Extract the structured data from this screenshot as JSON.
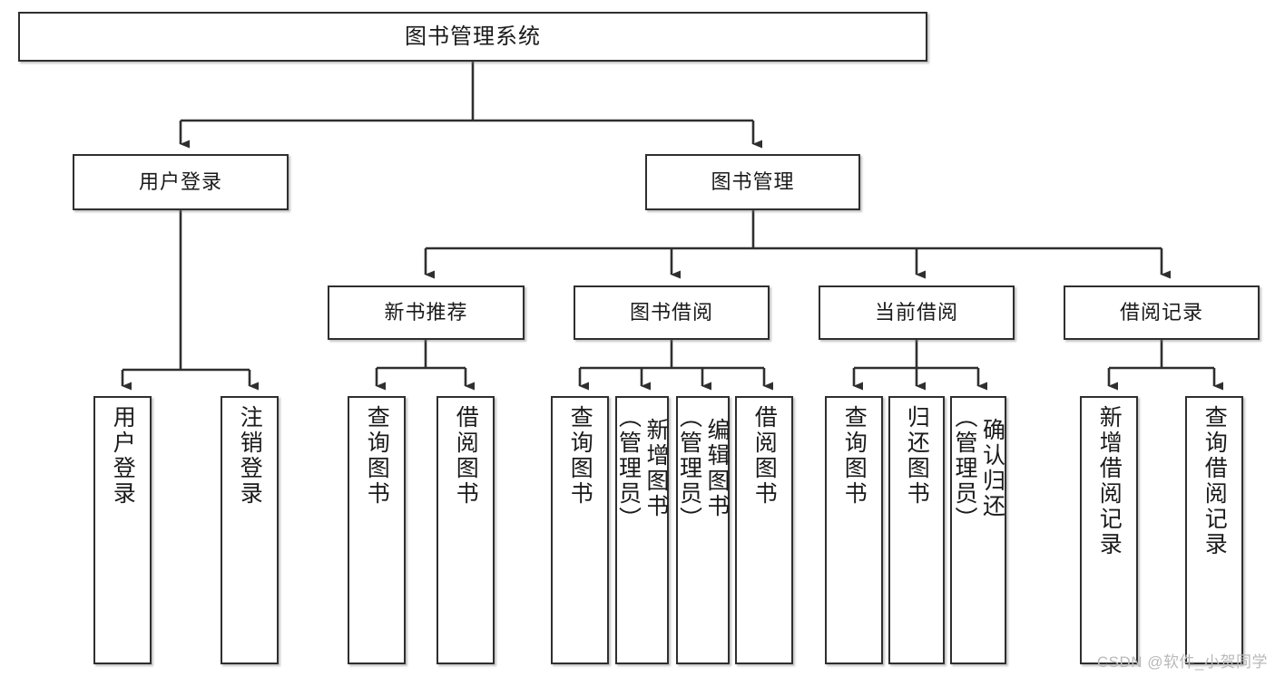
{
  "diagram": {
    "title": "图书管理系统",
    "type": "tree-hierarchy-chart",
    "watermark": "CSDN @软件_小贺同学",
    "colors": {
      "box_border": "#2f2f2f",
      "box_fill": "#ffffff",
      "edge": "#2f2f2f",
      "text": "#1a1a1a",
      "watermark": "#b9b9b9"
    },
    "levels": {
      "root": {
        "label": "图书管理系统"
      },
      "level2": [
        {
          "id": "user-login",
          "label": "用户登录"
        },
        {
          "id": "book-manage",
          "label": "图书管理"
        }
      ],
      "level3": [
        {
          "id": "new-book-recommend",
          "label": "新书推荐"
        },
        {
          "id": "book-borrow",
          "label": "图书借阅"
        },
        {
          "id": "current-borrow",
          "label": "当前借阅"
        },
        {
          "id": "borrow-record",
          "label": "借阅记录"
        }
      ],
      "leaves": {
        "user-login": [
          {
            "id": "leaf-user-login",
            "label": "用户登录"
          },
          {
            "id": "leaf-logout",
            "label": "注销登录"
          }
        ],
        "new-book-recommend": [
          {
            "id": "leaf-query-book-1",
            "label": "查询图书"
          },
          {
            "id": "leaf-borrow-book-1",
            "label": "借阅图书"
          }
        ],
        "book-borrow": [
          {
            "id": "leaf-query-book-2",
            "label": "查询图书"
          },
          {
            "id": "leaf-add-book",
            "label": "新增图书\n（管理员）"
          },
          {
            "id": "leaf-edit-book",
            "label": "编辑图书\n（管理员）"
          },
          {
            "id": "leaf-borrow-book-2",
            "label": "借阅图书"
          }
        ],
        "current-borrow": [
          {
            "id": "leaf-query-book-3",
            "label": "查询图书"
          },
          {
            "id": "leaf-return-book",
            "label": "归还图书"
          },
          {
            "id": "leaf-confirm-return",
            "label": "确认归还\n（管理员）"
          }
        ],
        "borrow-record": [
          {
            "id": "leaf-add-record",
            "label": "新增借阅记录"
          },
          {
            "id": "leaf-query-record",
            "label": "查询借阅记录"
          }
        ]
      }
    }
  }
}
